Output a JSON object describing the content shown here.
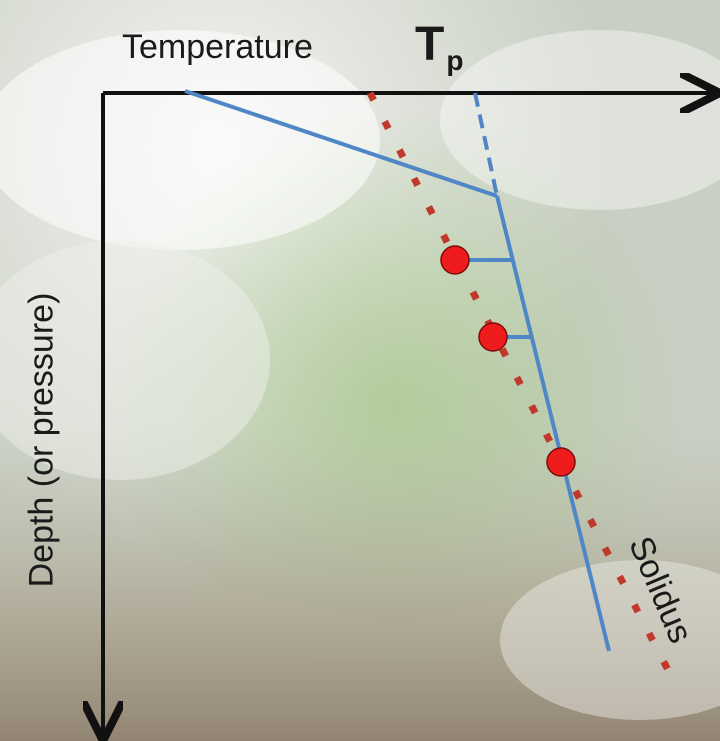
{
  "labels": {
    "temperature": "Temperature",
    "tp_main": "T",
    "tp_sub": "p",
    "depth": "Depth (or pressure)",
    "solidus": "Solidus"
  },
  "colors": {
    "adiabat_line": "#4f86c6",
    "solidus_dots": "#c0392b",
    "melt_point": "#ee1c1c",
    "axis": "#111111"
  },
  "icons": [
    "melt-point-marker",
    "arrow-right-icon",
    "arrow-down-icon"
  ]
}
